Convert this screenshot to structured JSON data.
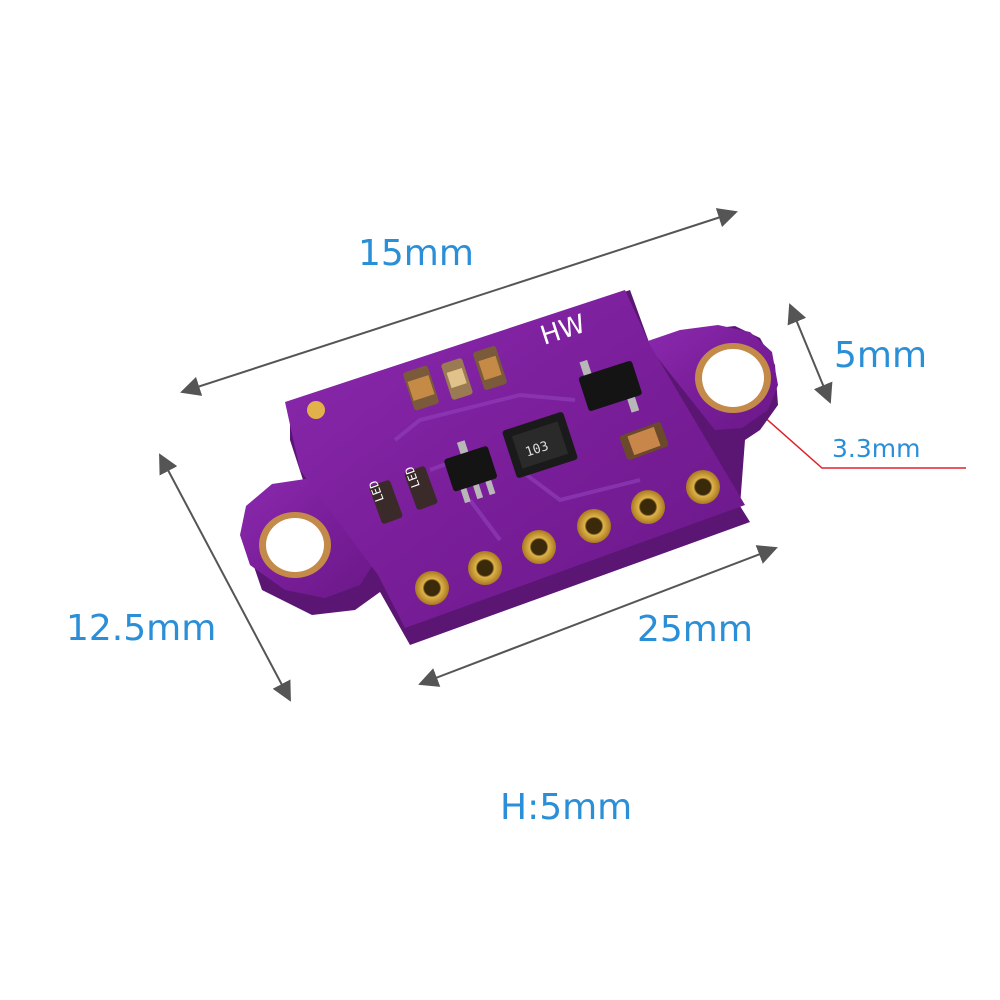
{
  "dimensions": {
    "top_width": "15mm",
    "ear_height": "5mm",
    "hole_diameter": "3.3mm",
    "left_side": "12.5mm",
    "total_length": "25mm",
    "height": "H:5mm"
  },
  "board": {
    "silkscreen": "HW",
    "chip_marking": "103",
    "led_marking_1": "LED",
    "led_marking_2": "LED",
    "pin_count": 6
  },
  "colors": {
    "label_blue": "#2b8fd8",
    "pcb_purple": "#7a1e9a",
    "pcb_edge": "#5a1672",
    "copper_gold": "#c99a3a",
    "leader_red": "#e0202a",
    "arrow_gray": "#555555"
  }
}
